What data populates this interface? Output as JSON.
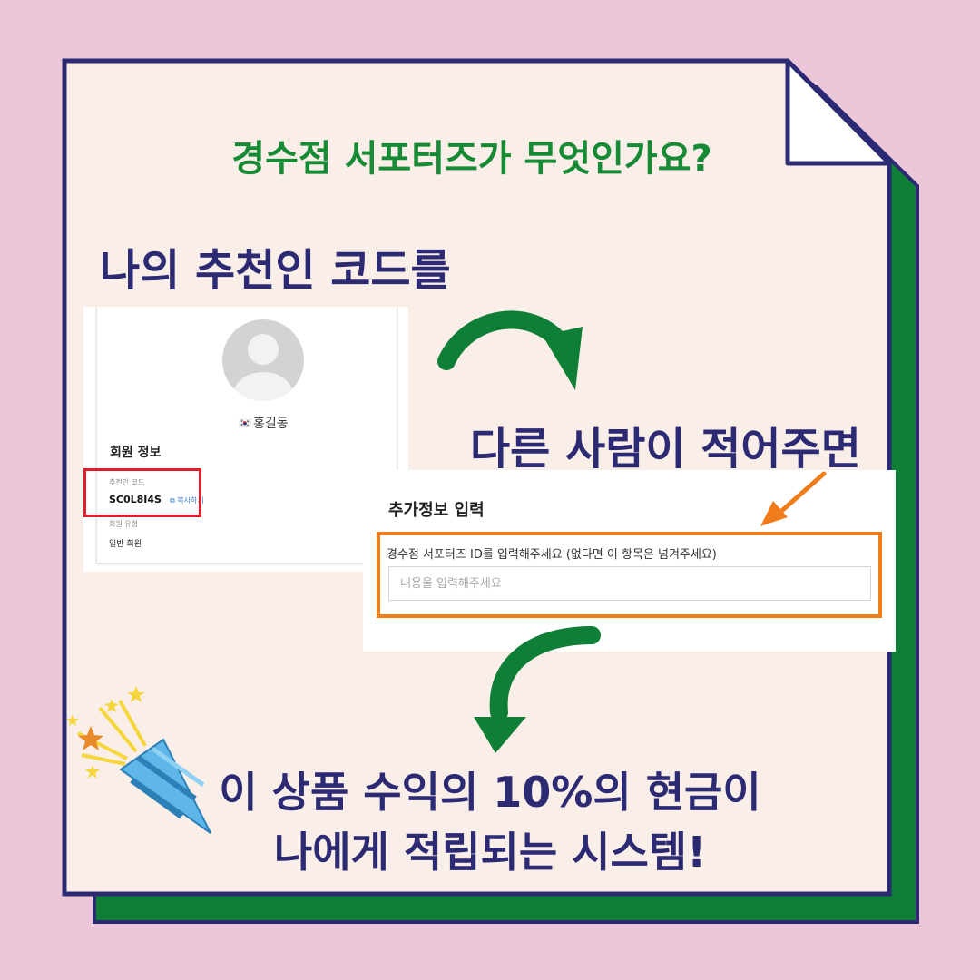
{
  "title": "경수점 서포터즈가 무엇인가요?",
  "step1": "나의 추천인 코드를",
  "step2": "다른 사람이 적어주면",
  "result_line1": "이 상품 수익의 10%의 현금이",
  "result_line2": "나에게 적립되는 시스템!",
  "profile_card": {
    "flag": "🇰🇷",
    "name": "홍길동",
    "section_title": "회원 정보",
    "referral_code_label": "추천인 코드",
    "referral_code": "SC0L8I4S",
    "copy_button": "복사하기",
    "member_type_label": "회원 유형",
    "member_type": "일반 회원"
  },
  "form_card": {
    "title": "추가정보 입력",
    "field_label": "경수점 서포터즈 ID를 입력해주세요 (없다면 이 항목은 넘겨주세요)",
    "placeholder": "내용을 입력해주세요"
  },
  "colors": {
    "background": "#ecc6d9",
    "paper": "#faefe8",
    "border": "#2b2a73",
    "shadow_green": "#0f7e36",
    "title_green": "#168a34",
    "arrow_green": "#0f7e36",
    "highlight_red": "#e01e2b",
    "highlight_orange": "#f07c1a"
  },
  "icons": [
    "curved-arrow-icon",
    "party-popper-icon",
    "avatar-icon",
    "copy-icon"
  ]
}
